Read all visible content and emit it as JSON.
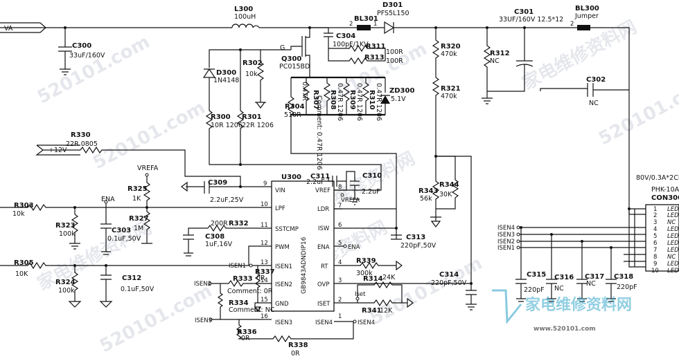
{
  "nets": {
    "va": "VA",
    "plus12v": "+12V",
    "vrefa": "VREFA",
    "ena": "ENA",
    "isen1": "ISEN1",
    "isen2": "ISEN2",
    "isen3": "ISEN3",
    "isen4": "ISEN4"
  },
  "components": {
    "l300": {
      "ref": "L300",
      "value": "100uH"
    },
    "d301": {
      "ref": "D301",
      "value": "PFS5L150"
    },
    "bl301": {
      "ref": "BL301"
    },
    "bl300": {
      "ref": "BL300",
      "value": "Jumper"
    },
    "c300": {
      "ref": "C300",
      "value": "33uF/160V"
    },
    "c301": {
      "ref": "C301",
      "value": "33UF/160V 12.5*12"
    },
    "c302": {
      "ref": "C302",
      "value": "NC"
    },
    "c304": {
      "ref": "C304",
      "value": "100pF/1KV"
    },
    "r311": {
      "ref": "R311",
      "value": "100R"
    },
    "r313": {
      "ref": "R313",
      "value": "100R"
    },
    "q300": {
      "ref": "Q300",
      "value": "PC015BD",
      "gate": "G"
    },
    "r302": {
      "ref": "R302",
      "value": "10k"
    },
    "d300": {
      "ref": "D300",
      "value": "1N4148"
    },
    "r300": {
      "ref": "R300",
      "value": "10R 1206"
    },
    "r301": {
      "ref": "R301",
      "value": "22R 1206"
    },
    "r304": {
      "ref": "R304",
      "value": "510R"
    },
    "r307": {
      "ref": "R307",
      "value": "0.47R"
    },
    "r308": {
      "ref": "R308",
      "value": "0.47R 1206"
    },
    "r309": {
      "ref": "R309",
      "value": "0.47R 1206"
    },
    "r310": {
      "ref": "R310",
      "value": "0.47R 1206"
    },
    "sense_note": {
      "text": "Comment: 0.47R 1206"
    },
    "zd300": {
      "ref": "ZD300",
      "value": "5.1V"
    },
    "r320": {
      "ref": "R320",
      "value": "470k"
    },
    "r321": {
      "ref": "R321",
      "value": "470k"
    },
    "r312": {
      "ref": "R312",
      "value": "NC"
    },
    "r330": {
      "ref": "R330",
      "value": "22R 0805"
    },
    "c309": {
      "ref": "C309",
      "value": "2.2uF,25V"
    },
    "c311": {
      "ref": "C311",
      "value": "2.2uF"
    },
    "c310": {
      "ref": "C310",
      "value": "2.2uF"
    },
    "r325": {
      "ref": "R325",
      "value": "1K"
    },
    "r327": {
      "ref": "R327",
      "value": "1M"
    },
    "r303": {
      "ref": "R303",
      "value": "10k"
    },
    "r323": {
      "ref": "R323",
      "value": "100k"
    },
    "c303": {
      "ref": "C303",
      "value": "0.1uF,50V"
    },
    "r332": {
      "ref": "R332",
      "value": "200R"
    },
    "c308": {
      "ref": "C308",
      "value": "1uF,16V"
    },
    "r305": {
      "ref": "R305",
      "value": "10K"
    },
    "r324": {
      "ref": "R324",
      "value": "100k"
    },
    "c312": {
      "ref": "C312",
      "value": "0.1uF,50V"
    },
    "r337": {
      "ref": "R337",
      "value": "0R"
    },
    "r333": {
      "ref": "R333",
      "value": "Comment: 0R"
    },
    "r334": {
      "ref": "R334",
      "value": "Comment: NC"
    },
    "r336": {
      "ref": "R336",
      "value": "0R"
    },
    "r338": {
      "ref": "R338",
      "value": "0R"
    },
    "c313": {
      "ref": "C313",
      "value": "220pF,50V"
    },
    "r339": {
      "ref": "R339",
      "value": "300k"
    },
    "c314": {
      "ref": "C314",
      "value": "220pF,50V"
    },
    "r314": {
      "ref": "R314",
      "value": "24K"
    },
    "r341": {
      "ref": "R341",
      "value": "12K"
    },
    "iset": {
      "text": "Iset"
    },
    "r343": {
      "ref": "R343",
      "value": "56k"
    },
    "r344": {
      "ref": "R344",
      "value": "30K"
    },
    "c315": {
      "ref": "C315",
      "value": "220pF"
    },
    "c316": {
      "ref": "C316",
      "value": "NC"
    },
    "c317": {
      "ref": "C317",
      "value": "NC"
    },
    "c318": {
      "ref": "C318",
      "value": "220pF"
    }
  },
  "ic": {
    "ref": "U300",
    "part": "GB9843ADNDIP16",
    "left_pins": [
      {
        "num": "9",
        "name": "VIN"
      },
      {
        "num": "10",
        "name": "LPF"
      },
      {
        "num": "11",
        "name": "SSTCMP"
      },
      {
        "num": "12",
        "name": "PWM"
      },
      {
        "num": "13",
        "name": "ISEN1"
      },
      {
        "num": "14",
        "name": "ISEN2"
      },
      {
        "num": "15",
        "name": "GND"
      },
      {
        "num": "16",
        "name": "ISEN3"
      }
    ],
    "right_pins": [
      {
        "num": "8",
        "name": "VREF"
      },
      {
        "num": "7",
        "name": "LDR"
      },
      {
        "num": "6",
        "name": "ISW"
      },
      {
        "num": "5",
        "name": "ENA"
      },
      {
        "num": "4",
        "name": "RT"
      },
      {
        "num": "3",
        "name": "OVP"
      },
      {
        "num": "2",
        "name": "ISET"
      },
      {
        "num": "1",
        "name": "ISEN4"
      }
    ]
  },
  "connector": {
    "ref": "CON300",
    "desc": "80V/0.3A*2CH",
    "part": "PHK-10A",
    "pins": [
      "1",
      "2",
      "3",
      "4",
      "5",
      "6",
      "7",
      "8",
      "9",
      "10"
    ],
    "pin_labels": [
      "LED",
      "LED",
      "NC",
      "LED",
      "LED",
      "LED",
      "LED",
      "NC",
      "LED",
      "LED"
    ]
  },
  "watermarks": {
    "site": "520101.com",
    "site_cn": "家电维修资料网",
    "brand_cn": "家电维修资料网",
    "brand_url": "www.520101.com"
  }
}
